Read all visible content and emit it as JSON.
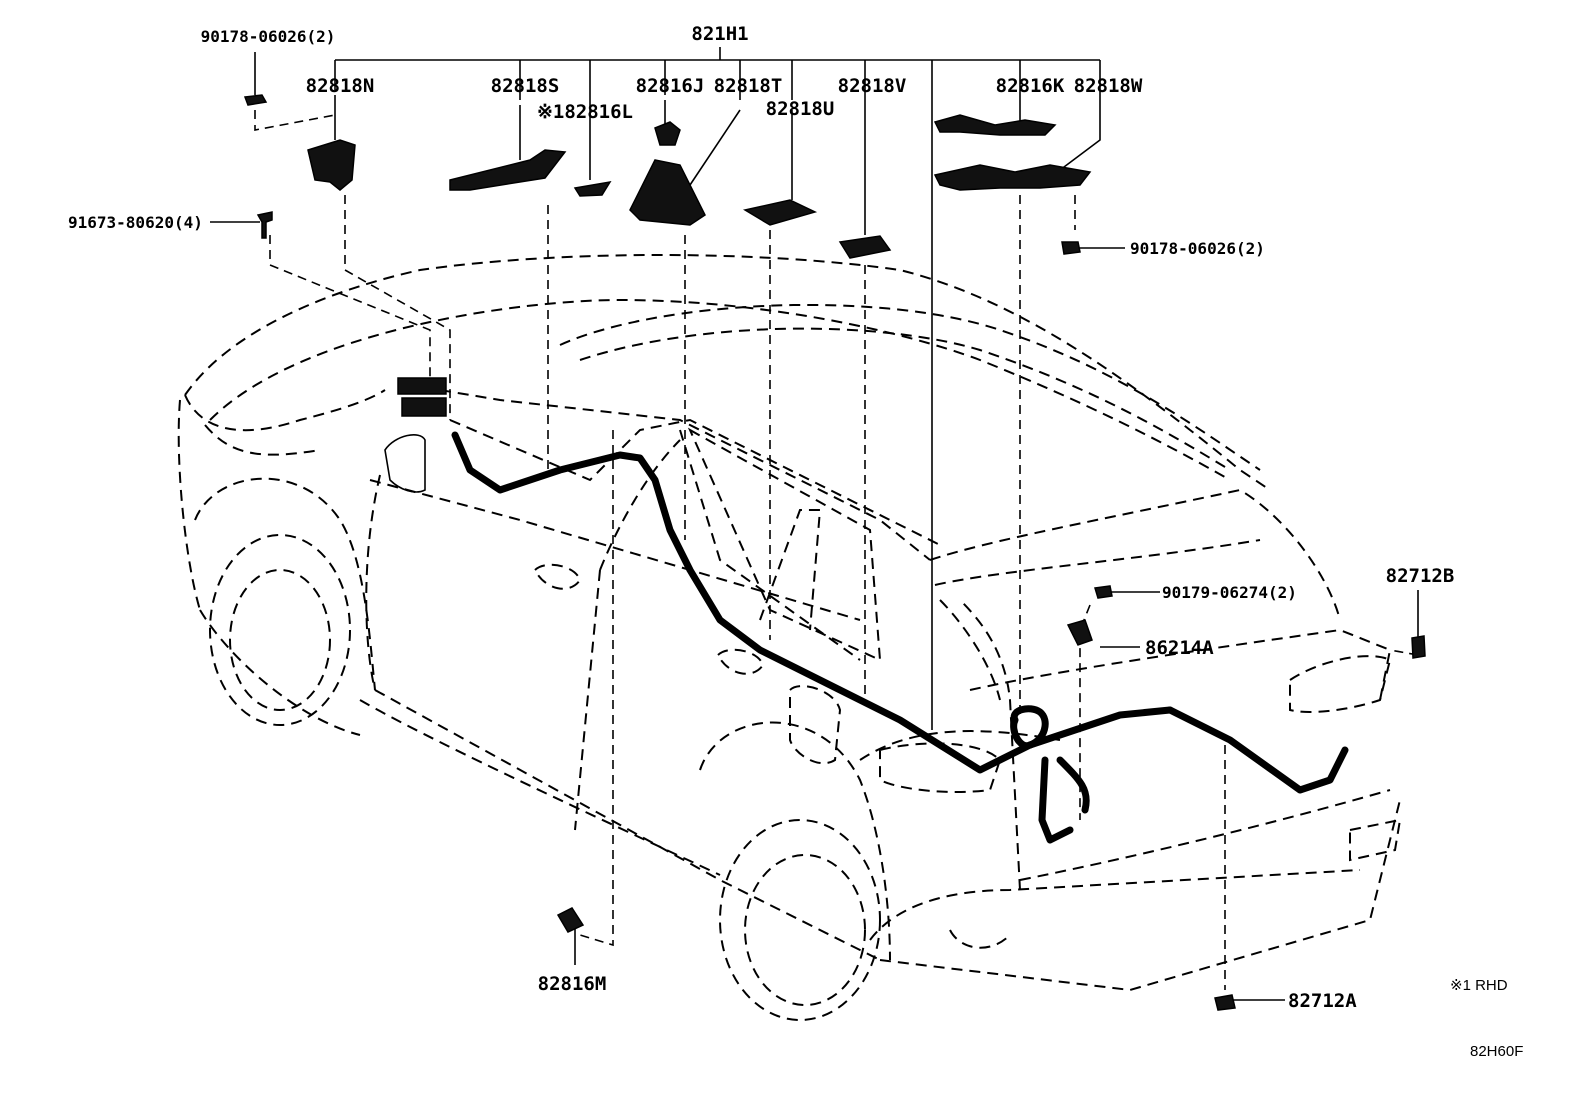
{
  "labels": {
    "p821H1": "821H1",
    "p82818N": "82818N",
    "p82818S": "82818S",
    "p82816L": "※182816L",
    "p82816J": "82816J",
    "p82818T": "82818T",
    "p82818U": "82818U",
    "p82818V": "82818V",
    "p82816K": "82816K",
    "p82818W": "82818W",
    "p90178a": "90178-06026(2)",
    "p90178b": "90178-06026(2)",
    "p91673": "91673-80620(4)",
    "p90179": "90179-06274(2)",
    "p86214A": "86214A",
    "p82712B": "82712B",
    "p82712A": "82712A",
    "p82816M": "82816M"
  },
  "notes": {
    "rhd": "※1 RHD",
    "figure_code": "82H60F"
  }
}
